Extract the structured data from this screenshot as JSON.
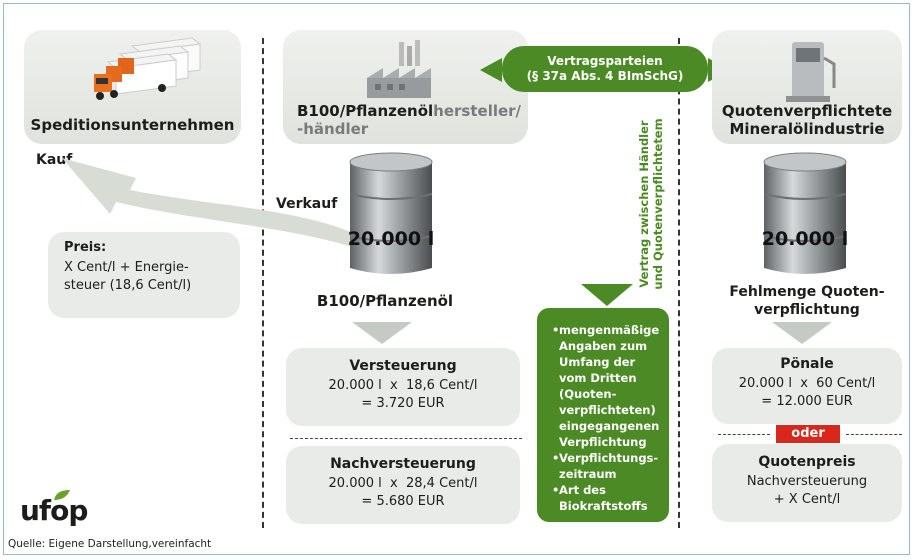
{
  "parties_pill": {
    "line1": "Vertragsparteien",
    "line2": "(§ 37a Abs. 4 BImSchG)"
  },
  "spedition": {
    "label": "Speditionsunternehmen",
    "kauf": "Kauf"
  },
  "producer": {
    "line1_bold": "B100/Pflanzenöl",
    "line1_rest": "hersteller/",
    "line2": "-händler"
  },
  "mineral": {
    "line1": "Quotenverpflichtete",
    "line2": "Mineralölindustrie"
  },
  "verkauf": "Verkauf",
  "preis": {
    "title": "Preis:",
    "line1": "X Cent/l + Energie-",
    "line2": "steuer (18,6 Cent/l)"
  },
  "barrel_left": {
    "label": "20.000 l",
    "caption": "B100/Pflanzenöl"
  },
  "barrel_right": {
    "label": "20.000 l",
    "caption1": "Fehlmenge Quoten-",
    "caption2": "verpflichtung"
  },
  "vertical_text": {
    "line1": "Vertrag zwischen Händler",
    "line2": "und Quotenverpflichtetem"
  },
  "versteuerung": {
    "title": "Versteuerung",
    "line1": "20.000 l  x  18,6 Cent/l",
    "line2": "= 3.720 EUR"
  },
  "nachversteuerung": {
    "title": "Nachversteuerung",
    "line1": "20.000 l  x  28,4 Cent/l",
    "line2": "= 5.680 EUR"
  },
  "green_list": [
    "mengenmäßige Angaben zum Umfang der vom Dritten (Quoten-verpflichteten) eingegangenen Verpflichtung",
    "Verpflichtungs-zeitraum",
    "Art des Biokraftstoffs"
  ],
  "poenale": {
    "title": "Pönale",
    "line1": "20.000 l  x  60 Cent/l",
    "line2": "= 12.000 EUR"
  },
  "oder": "oder",
  "quotenpreis": {
    "title": "Quotenpreis",
    "line1": "Nachversteuerung",
    "line2": "+ X Cent/l"
  },
  "logo": "ufop",
  "source": "Quelle: Eigene Darstellung,vereinfacht",
  "colors": {
    "green": "#4b8a24",
    "card": "#e9ebe8",
    "ufop_green": "#6aa22a"
  }
}
